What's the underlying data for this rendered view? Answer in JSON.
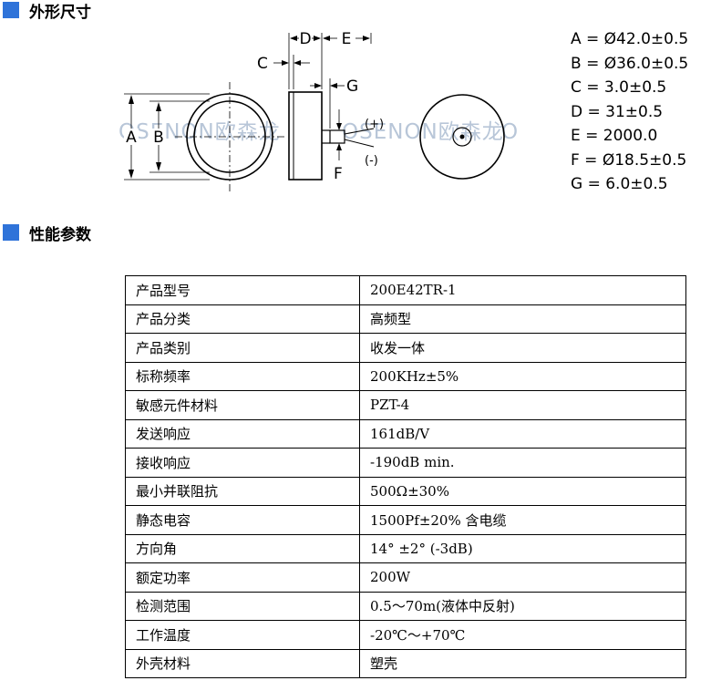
{
  "sections": {
    "dimensions_title": "外形尺寸",
    "performance_title": "性能参数"
  },
  "drawing": {
    "labels": {
      "A": "A",
      "B": "B",
      "C": "C",
      "D": "D",
      "E": "E",
      "F": "F",
      "G": "G",
      "plus": "(+)",
      "minus": "(-)"
    },
    "watermark": "OSENON欧森龙"
  },
  "dimensions": [
    "A = Ø42.0±0.5",
    "B = Ø36.0±0.5",
    "C = 3.0±0.5",
    "D = 31±0.5",
    "E = 2000.0",
    "F = Ø18.5±0.5",
    "G = 6.0±0.5"
  ],
  "specs": [
    {
      "label": "产品型号",
      "value": "200E42TR-1"
    },
    {
      "label": "产品分类",
      "value": "高频型"
    },
    {
      "label": "产品类别",
      "value": "收发一体"
    },
    {
      "label": "标称频率",
      "value": "200KHz±5%"
    },
    {
      "label": "敏感元件材料",
      "value": "PZT-4"
    },
    {
      "label": "发送响应",
      "value": "161dB/V"
    },
    {
      "label": "接收响应",
      "value": "-190dB min."
    },
    {
      "label": "最小并联阻抗",
      "value": "500Ω±30%"
    },
    {
      "label": "静态电容",
      "value": "1500Pf±20% 含电缆"
    },
    {
      "label": "方向角",
      "value": "14° ±2° (-3dB)"
    },
    {
      "label": "额定功率",
      "value": "200W"
    },
    {
      "label": "检测范围",
      "value": "0.5～70m(液体中反射)"
    },
    {
      "label": "工作温度",
      "value": "-20℃～+70℃"
    },
    {
      "label": "外壳材料",
      "value": "塑壳"
    }
  ],
  "colors": {
    "accent": "#2f73d9",
    "watermark": "#b8c6d8"
  }
}
